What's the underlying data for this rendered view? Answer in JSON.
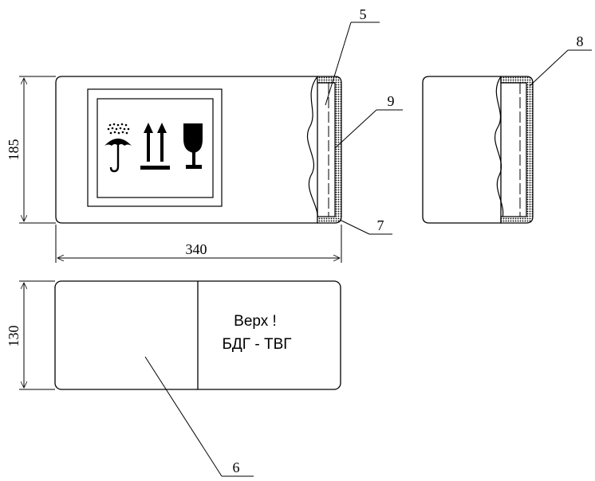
{
  "drawing": {
    "dimensions": {
      "height_top": "185",
      "width": "340",
      "height_bottom": "130"
    },
    "callouts": {
      "c5": "5",
      "c6": "6",
      "c7": "7",
      "c8": "8",
      "c9": "9"
    },
    "label_text": {
      "line1": "Верх !",
      "line2": "БДГ - ТВГ"
    },
    "icons": [
      "umbrella-rain-icon",
      "this-way-up-arrows-icon",
      "fragile-glass-icon"
    ]
  }
}
